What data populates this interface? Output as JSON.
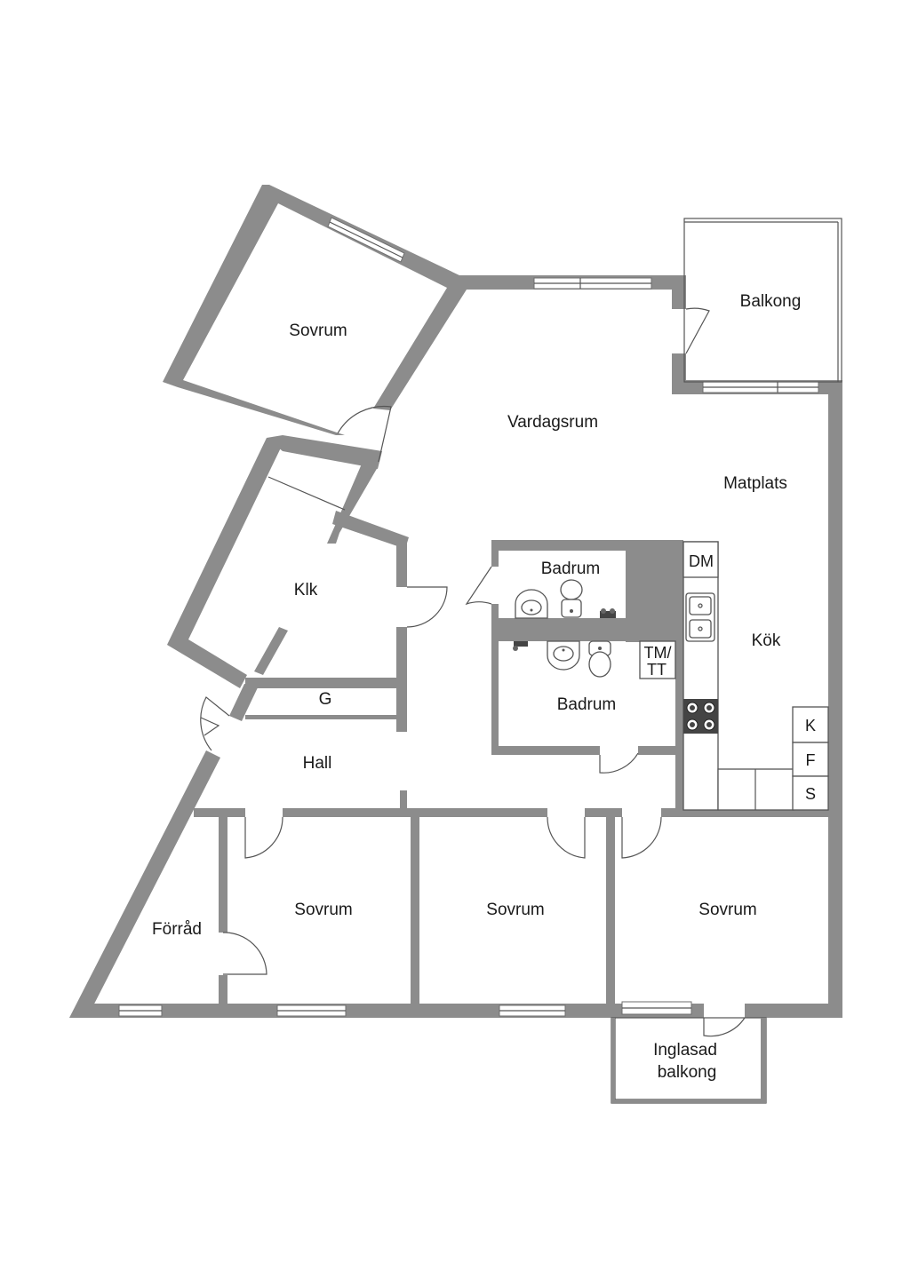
{
  "rooms": {
    "sovrum_top": "Sovrum",
    "vardagsrum": "Vardagsrum",
    "balkong": "Balkong",
    "matplats": "Matplats",
    "klk": "Klk",
    "badrum_upper": "Badrum",
    "badrum_lower": "Badrum",
    "kok": "Kök",
    "g": "G",
    "hall": "Hall",
    "forrad": "Förråd",
    "sovrum_1": "Sovrum",
    "sovrum_2": "Sovrum",
    "sovrum_3": "Sovrum",
    "inglasad_line1": "Inglasad",
    "inglasad_line2": "balkong"
  },
  "appliances": {
    "dm": "DM",
    "tm": "TM/",
    "tt": "TT",
    "k": "K",
    "f": "F",
    "s": "S"
  },
  "colors": {
    "wall": "#8c8c8c",
    "background": "#ffffff",
    "line": "#555555"
  }
}
